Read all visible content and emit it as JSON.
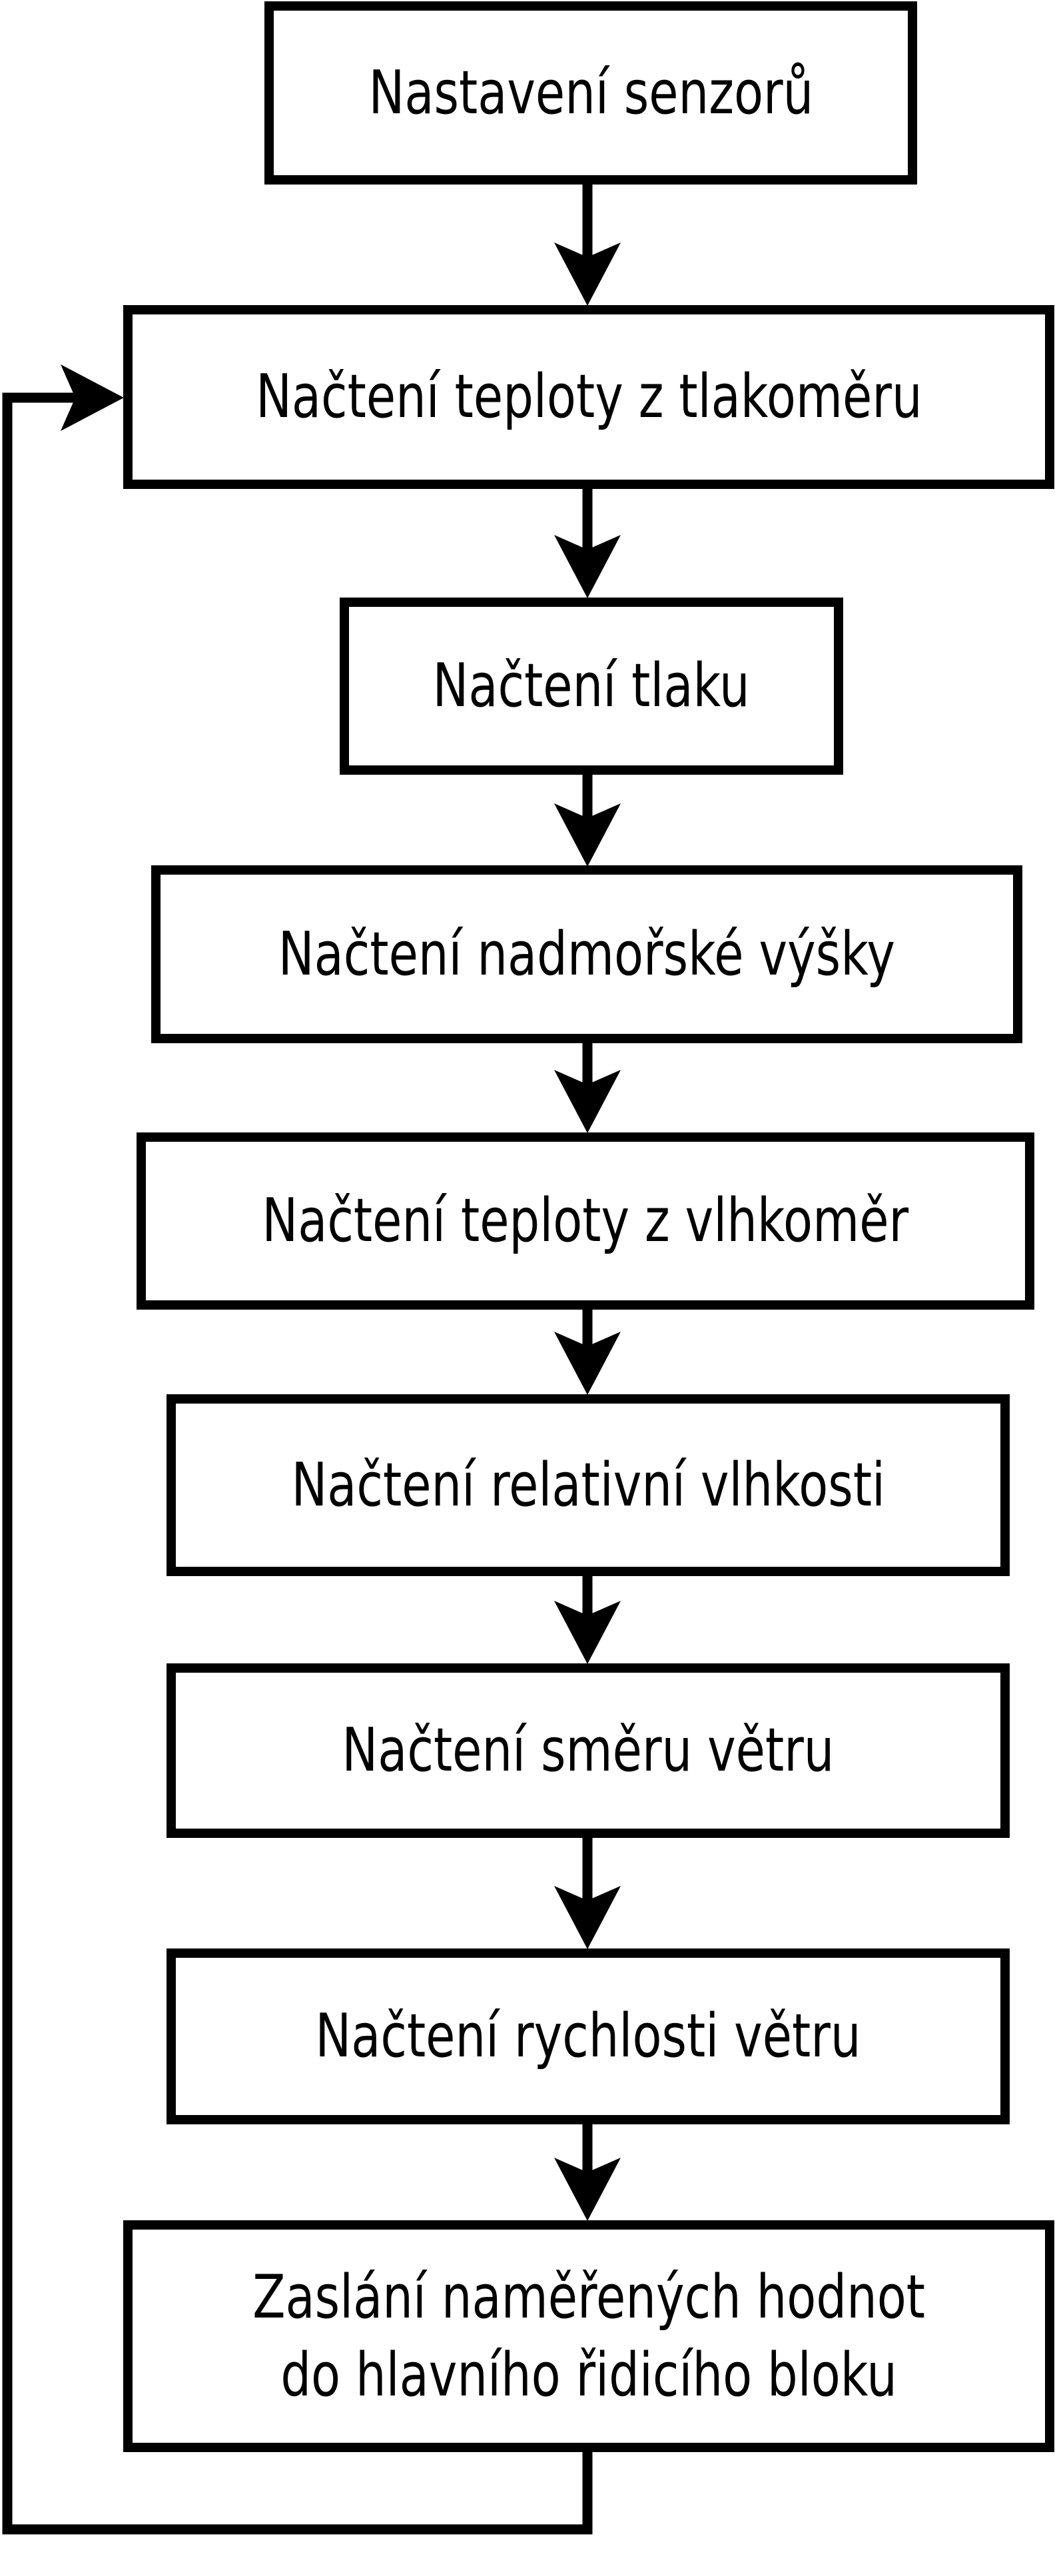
{
  "diagram": {
    "type": "flowchart",
    "background_color": "#ffffff",
    "line_color": "#000000",
    "box_fill_color": "#ffffff",
    "nodes": [
      {
        "id": "setup-sensors",
        "label": "Nastavení senzorů"
      },
      {
        "id": "read-temp-barometer",
        "label": "Načtení teploty z tlakoměru"
      },
      {
        "id": "read-pressure",
        "label": "Načtení tlaku"
      },
      {
        "id": "read-altitude",
        "label": "Načtení nadmořské výšky"
      },
      {
        "id": "read-temp-hygrometer",
        "label": "Načtení teploty z vlhkoměr"
      },
      {
        "id": "read-relative-humidity",
        "label": "Načtení relativní vlhkosti"
      },
      {
        "id": "read-wind-direction",
        "label": "Načtení směru větru"
      },
      {
        "id": "read-wind-speed",
        "label": "Načtení rychlosti větru"
      },
      {
        "id": "send-measured-values",
        "label": "Zaslání naměřených hodnot\ndo hlavního řidicího bloku"
      }
    ],
    "edges": [
      {
        "from": "setup-sensors",
        "to": "read-temp-barometer",
        "style": "arrow-down"
      },
      {
        "from": "read-temp-barometer",
        "to": "read-pressure",
        "style": "arrow-down"
      },
      {
        "from": "read-pressure",
        "to": "read-altitude",
        "style": "arrow-down"
      },
      {
        "from": "read-altitude",
        "to": "read-temp-hygrometer",
        "style": "arrow-down"
      },
      {
        "from": "read-temp-hygrometer",
        "to": "read-relative-humidity",
        "style": "arrow-down"
      },
      {
        "from": "read-relative-humidity",
        "to": "read-wind-direction",
        "style": "arrow-down"
      },
      {
        "from": "read-wind-direction",
        "to": "read-wind-speed",
        "style": "arrow-down"
      },
      {
        "from": "read-wind-speed",
        "to": "send-measured-values",
        "style": "arrow-down"
      },
      {
        "from": "send-measured-values",
        "to": "read-temp-barometer",
        "style": "feedback-loop-left"
      }
    ]
  }
}
